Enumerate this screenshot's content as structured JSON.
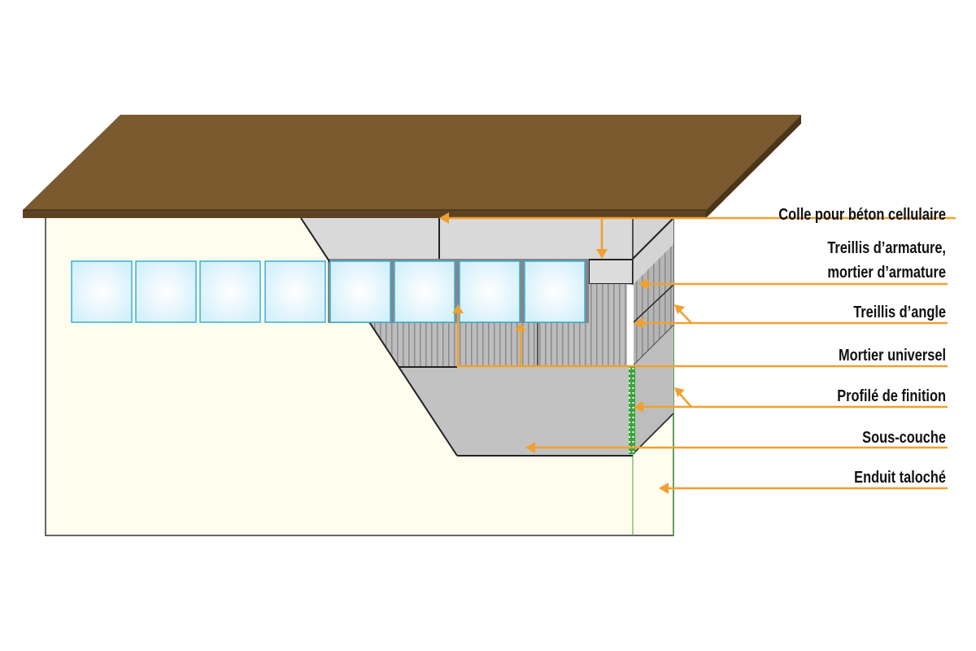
{
  "labels": [
    {
      "text": "Colle pour béton cellulaire"
    },
    {
      "text": "Treillis d’armature,"
    },
    {
      "text": "mortier d’armature"
    },
    {
      "text": "Treillis d’angle"
    },
    {
      "text": "Mortier universel"
    },
    {
      "text": "Profilé de finition"
    },
    {
      "text": "Sous-couche"
    },
    {
      "text": "Enduit taloché"
    }
  ],
  "colors": {
    "roof": "#7a5a2e",
    "wall": "#fffdee",
    "leader": "#f0a030",
    "window_border": "#3ab0d8",
    "finishing_profile": "#3aa63a"
  }
}
